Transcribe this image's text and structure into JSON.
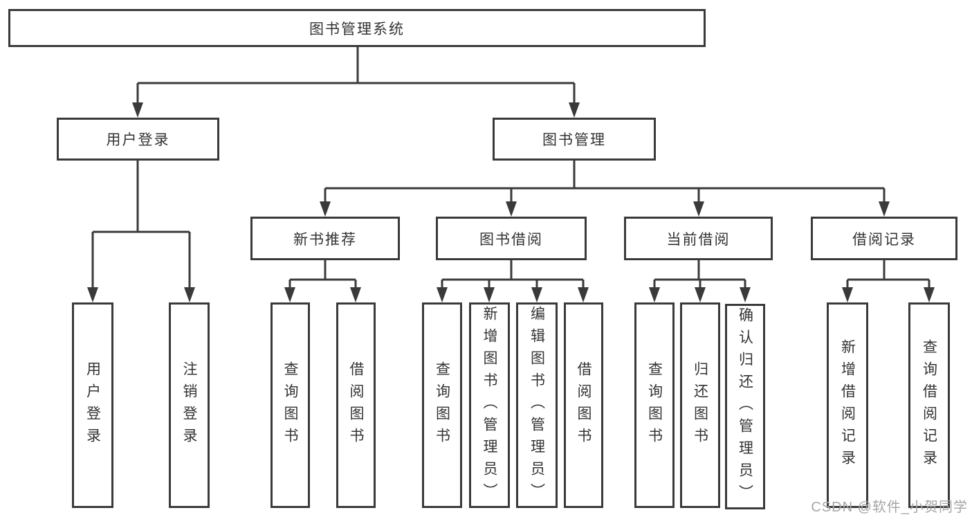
{
  "diagram": {
    "root": "图书管理系统",
    "children": [
      {
        "label": "用户登录",
        "children": [
          "用户登录",
          "注销登录"
        ]
      },
      {
        "label": "图书管理",
        "children": [
          {
            "label": "新书推荐",
            "children": [
              "查询图书",
              "借阅图书"
            ]
          },
          {
            "label": "图书借阅",
            "children": [
              "查询图书",
              "新增图书（管理员）",
              "编辑图书（管理员）",
              "借阅图书"
            ]
          },
          {
            "label": "当前借阅",
            "children": [
              "查询图书",
              "归还图书",
              "确认归还（管理员）"
            ]
          },
          {
            "label": "借阅记录",
            "children": [
              "新增借阅记录",
              "查询借阅记录"
            ]
          }
        ]
      }
    ]
  },
  "watermark": {
    "text": "CSDN @软件_小贺同学"
  },
  "colors": {
    "line": "#3a3a3a",
    "text": "#333333",
    "background": "#ffffff",
    "watermark": "#a6a6a6"
  }
}
